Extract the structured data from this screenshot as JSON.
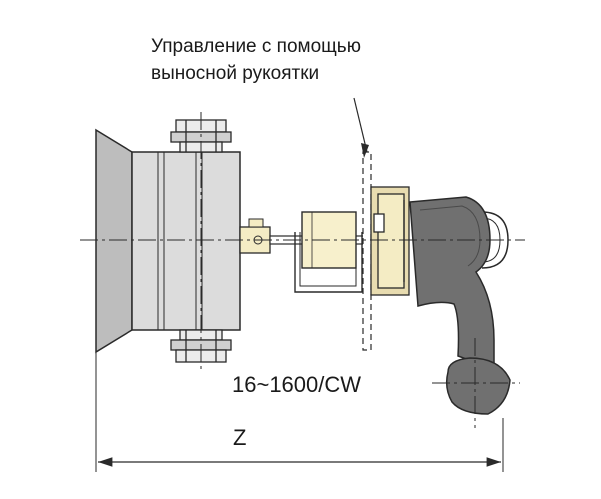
{
  "callout": {
    "line1": "Управление с помощью",
    "line2": "выносной рукоятки"
  },
  "model_label": "16~1600/CW",
  "dimension_label": "Z",
  "colors": {
    "housing": "#dcdcdc",
    "flange_rim": "#bdbdbd",
    "adapter_yellow": "#f4ecc4",
    "coupling_yellow": "#f7f0cc",
    "handle_dark": "#707070",
    "outline": "#2a2a2a"
  }
}
